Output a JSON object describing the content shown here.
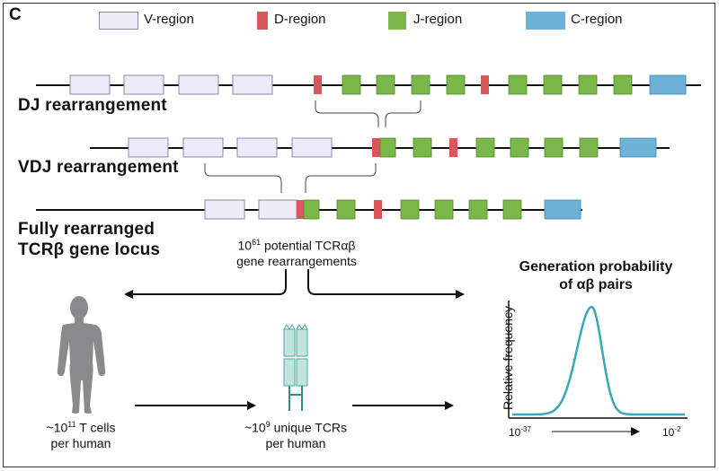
{
  "panel_label": "C",
  "legend": [
    {
      "label": "V-region",
      "color": "#ecebf7"
    },
    {
      "label": "D-region",
      "color": "#d9575a"
    },
    {
      "label": "J-region",
      "color": "#7ab648"
    },
    {
      "label": "C-region",
      "color": "#6fb2d8"
    }
  ],
  "steps": {
    "dj": "DJ rearrangement",
    "vdj": "VDJ rearrangement",
    "full_line1": "Fully rearranged",
    "full_line2": "TCRβ gene locus"
  },
  "potential": {
    "base": "10",
    "exp": "61",
    "rest": " potential TCRαβ",
    "line2": "gene rearrangements"
  },
  "tcells": {
    "prefix": "~10",
    "exp": "11",
    "rest": " T cells",
    "line2": "per human"
  },
  "tcrs": {
    "prefix": "~10",
    "exp": "9",
    "rest": " unique TCRs",
    "line2": "per human"
  },
  "chart": {
    "title_line1": "Generation probability",
    "title_line2": "of αβ pairs",
    "ylabel": "Relative frequency",
    "x_start": {
      "base": "10",
      "exp": "-37"
    },
    "x_end": {
      "base": "10",
      "exp": "-2"
    },
    "line_color": "#3aa6b9"
  },
  "chart_data": {
    "type": "line",
    "title": "Generation probability of αβ pairs",
    "ylabel": "Relative frequency",
    "x_scale": "log",
    "xlim": [
      "10^-37",
      "10^-2"
    ],
    "shape": "single-peak"
  }
}
